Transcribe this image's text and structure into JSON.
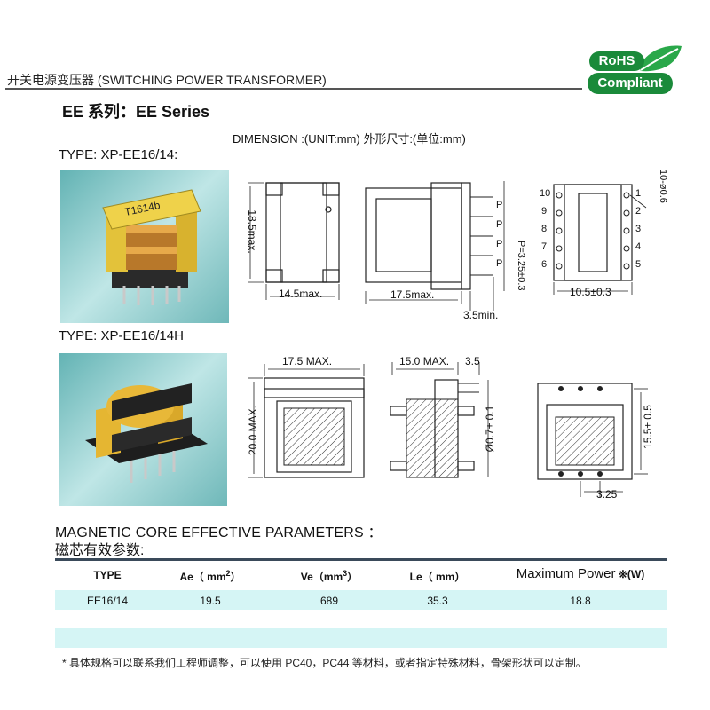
{
  "header": {
    "title": "开关电源变压器 (SWITCHING POWER TRANSFORMER)",
    "series_title": "EE 系列：EE Series",
    "dimension_note": "DIMENSION :(UNIT:mm)  外形尺寸:(单位:mm)"
  },
  "logo": {
    "line1": "RoHS",
    "line2": "Compliant",
    "brand_color": "#1a8a3a"
  },
  "type1": {
    "label": "TYPE: XP-EE16/14:",
    "photo_marking": "T1614b",
    "drawing": {
      "height": "18.5max.",
      "width": "14.5max.",
      "length": "17.5max.",
      "pin_pitch_marks": [
        "P",
        "P",
        "P",
        "P"
      ],
      "pin_pitch": "P=3.25±0.3",
      "pin_length": "3.5min.",
      "pin_row_width": "10.5±0.3",
      "pin_diameter": "10-ø0.6",
      "pins_left": [
        "10",
        "9",
        "8",
        "7",
        "6"
      ],
      "pins_right": [
        "1",
        "2",
        "3",
        "4",
        "5"
      ]
    }
  },
  "type2": {
    "label": "TYPE: XP-EE16/14H",
    "drawing": {
      "width": "17.5 MAX.",
      "height": "20.0 MAX.",
      "depth": "15.0 MAX.",
      "pin_length": "3.5",
      "pin_diameter": "Ø0.7± 0.1",
      "span": "15.5± 0.5",
      "pitch": "3.25"
    }
  },
  "params": {
    "title": "MAGNETIC CORE EFFECTIVE PARAMETERS ：",
    "subtitle": "磁芯有效参数:",
    "headers": {
      "type": "TYPE",
      "ae_label": "Ae（ mm",
      "ae_sup": "2",
      "ae_close": "）",
      "ve_label": "Ve（mm",
      "ve_sup": "3",
      "ve_close": "）",
      "le": "Le（ mm）",
      "power": "Maximum Power",
      "power_unit": "※(W)"
    },
    "rows": [
      {
        "type": "EE16/14",
        "ae": "19.5",
        "ve": "689",
        "le": "35.3",
        "power": "18.8"
      }
    ]
  },
  "footnote": "* 具体规格可以联系我们工程师调整，可以使用 PC40，PC44 等材料，或者指定特殊材料，骨架形状可以定制。"
}
